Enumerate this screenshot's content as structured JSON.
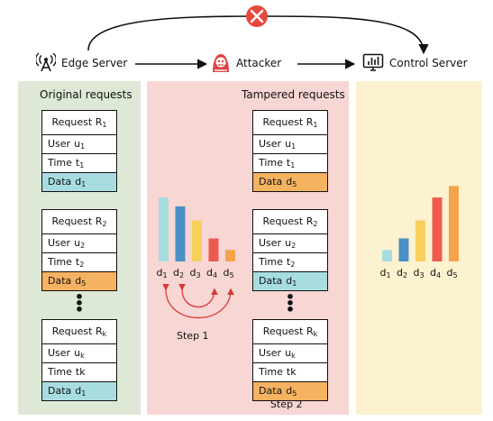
{
  "nodes": {
    "edge_server": "Edge Server",
    "attacker": "Attacker",
    "control_server": "Control Server"
  },
  "panels": {
    "original_title": "Original requests",
    "tampered_title": "Tampered requests"
  },
  "original_requests": [
    {
      "name": "Request R",
      "sub": "1",
      "user": "u",
      "user_sub": "1",
      "time": "t",
      "time_sub": "1",
      "data": "d",
      "data_sub": "1",
      "data_color": "#a8dde0"
    },
    {
      "name": "Request R",
      "sub": "2",
      "user": "u",
      "user_sub": "2",
      "time": "t",
      "time_sub": "2",
      "data": "d",
      "data_sub": "5",
      "data_color": "#f5b260"
    },
    {
      "name": "Request R",
      "sub": "k",
      "user": "u",
      "user_sub": "k",
      "time": "tk",
      "time_sub": "",
      "data": "d",
      "data_sub": "1",
      "data_color": "#a8dde0"
    }
  ],
  "tampered_requests": [
    {
      "name": "Request R",
      "sub": "1",
      "user": "u",
      "user_sub": "1",
      "time": "t",
      "time_sub": "1",
      "data": "d",
      "data_sub": "5",
      "data_color": "#f5b260"
    },
    {
      "name": "Request R",
      "sub": "2",
      "user": "u",
      "user_sub": "2",
      "time": "t",
      "time_sub": "2",
      "data": "d",
      "data_sub": "1",
      "data_color": "#a8dde0"
    },
    {
      "name": "Request R",
      "sub": "k",
      "user": "u",
      "user_sub": "k",
      "time": "tk",
      "time_sub": "",
      "data": "d",
      "data_sub": "5",
      "data_color": "#f5b260"
    }
  ],
  "labels": {
    "user": "User",
    "time": "Time",
    "data": "Data",
    "step1": "Step 1",
    "step2": "Step 2"
  },
  "chart_data": [
    {
      "type": "bar",
      "categories": [
        "d1",
        "d2",
        "d3",
        "d4",
        "d5"
      ],
      "values": [
        5,
        4.3,
        3.2,
        1.8,
        0.9
      ],
      "colors": [
        "#a8dde0",
        "#4a90c4",
        "#f7cf5b",
        "#ef5a4f",
        "#f5a24b"
      ]
    },
    {
      "type": "bar",
      "categories": [
        "d1",
        "d2",
        "d3",
        "d4",
        "d5"
      ],
      "values": [
        0.9,
        1.8,
        3.2,
        5.0,
        5.9
      ],
      "colors": [
        "#a8dde0",
        "#4a90c4",
        "#f7cf5b",
        "#ef5a4f",
        "#f5a24b"
      ]
    }
  ],
  "colors": {
    "green_panel": "#dde9d6",
    "red_panel": "#f7d6d4",
    "yellow_panel": "#fcf2d0",
    "blocked": "#e8483c",
    "attacker_red": "#e04444"
  }
}
